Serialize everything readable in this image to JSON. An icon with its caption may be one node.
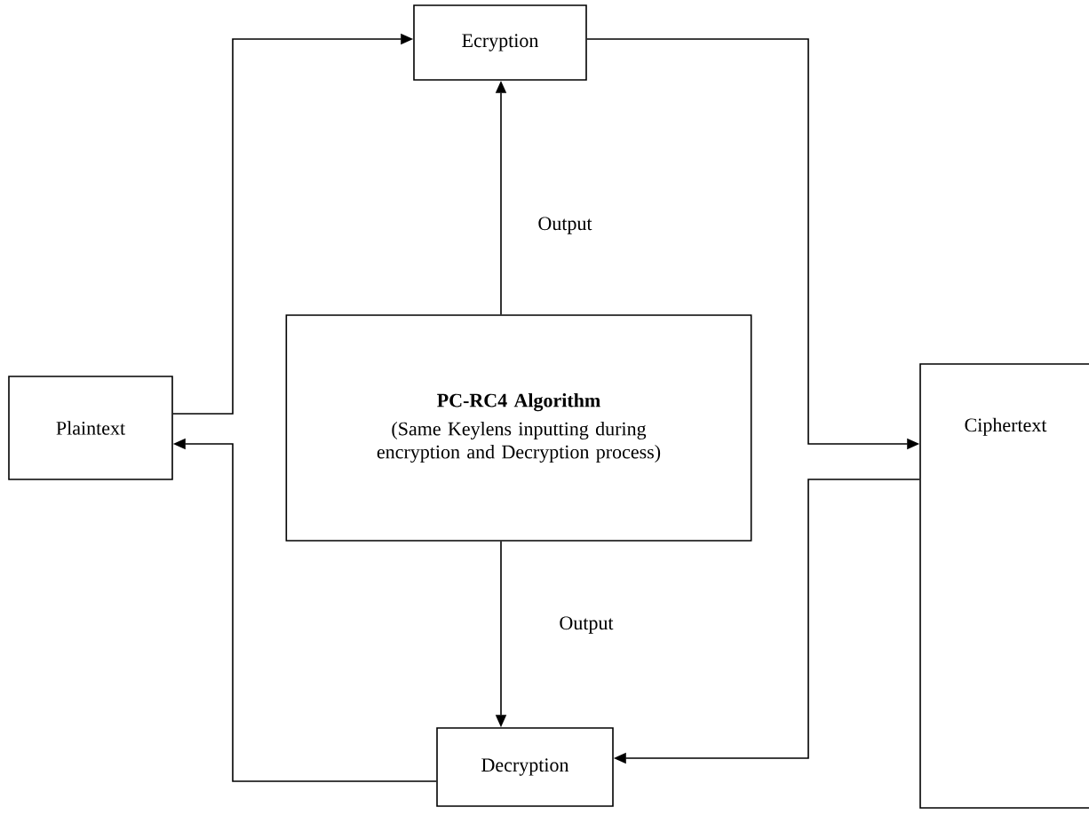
{
  "diagram": {
    "nodes": [
      {
        "text": [
          "Ecryption"
        ]
      },
      {
        "text": [
          "PC-RC4 Algorithm",
          "(Same Keylens inputting during encryption and Decryption process)"
        ]
      },
      {
        "text": [
          "Plaintext"
        ]
      },
      {
        "text": [
          "Ciphertext"
        ]
      },
      {
        "text": [
          "Decryption"
        ]
      }
    ],
    "edges": [
      {
        "from": 2,
        "to": 0,
        "arrow": "to"
      },
      {
        "from": 0,
        "to": 3,
        "arrow": "to"
      },
      {
        "from": 1,
        "to": 0,
        "arrow": "to",
        "label": "Output"
      },
      {
        "from": 1,
        "to": 4,
        "arrow": "to",
        "label": "Output"
      },
      {
        "from": 3,
        "to": 4,
        "arrow": "to"
      },
      {
        "from": 4,
        "to": 2,
        "arrow": "to"
      }
    ]
  }
}
